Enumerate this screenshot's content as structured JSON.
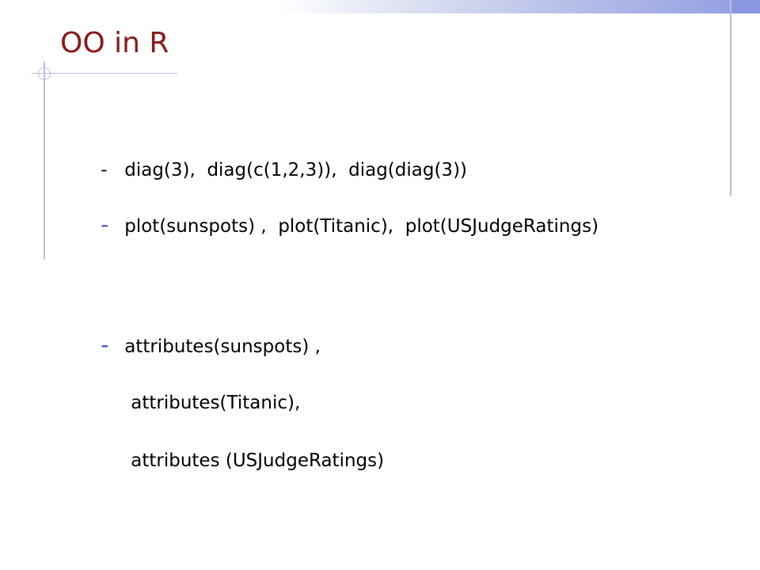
{
  "slide": {
    "title": "OO in R",
    "lines": {
      "diag": {
        "bullet": "-",
        "text": "diag(3),  diag(c(1,2,3)),  diag(diag(3))"
      },
      "plot": {
        "bullet": "-",
        "text": "plot(sunspots) ,  plot(Titanic),  plot(USJudgeRatings)"
      },
      "attributes": {
        "bullet": "-",
        "text": "attributes(sunspots) ,"
      },
      "attributes_titanic": {
        "text": "attributes(Titanic),"
      },
      "attributes_usjudge": {
        "text": "attributes (USJudgeRatings)"
      }
    },
    "colors": {
      "title": "#8b1a1a",
      "bullet": "#3b4bcc",
      "accent_band": "#8b97e2",
      "guide_lines": "#b8bfdc"
    }
  }
}
